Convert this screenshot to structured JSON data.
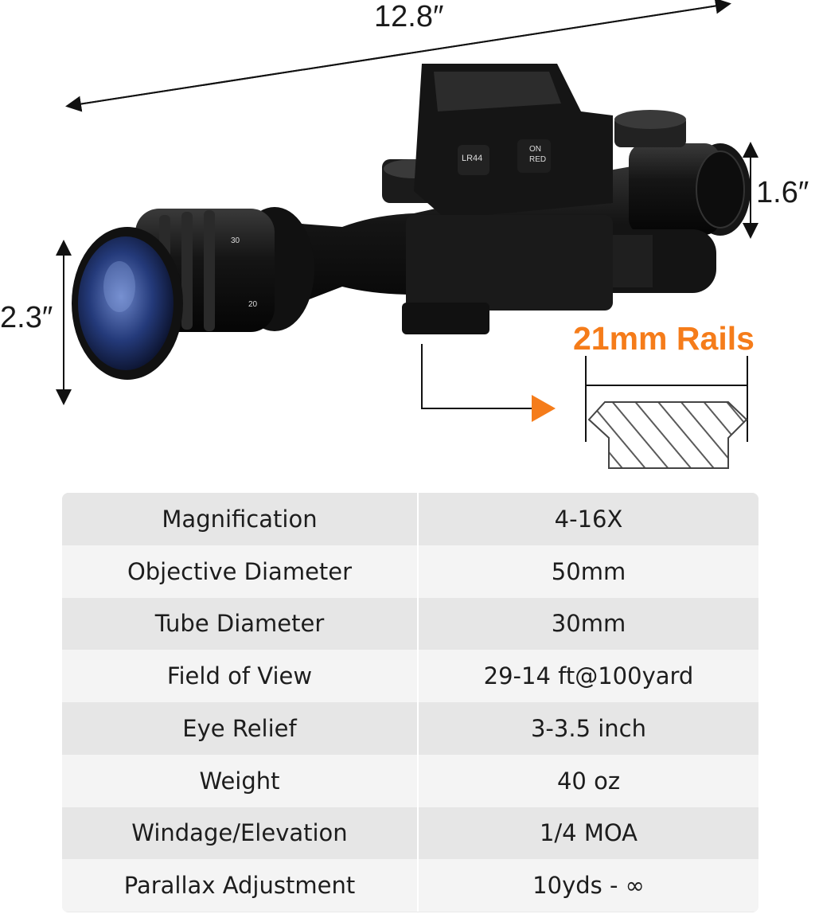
{
  "dimensions": {
    "length": "12.8″",
    "eyepiece_height": "1.6″",
    "objective_height": "2.3″"
  },
  "rails_callout": {
    "label": "21mm Rails",
    "color": "#f57c1a"
  },
  "scope_markings": {
    "battery": "LR44",
    "switch_on": "ON",
    "reticle_color": "RED",
    "zoom_30": "30",
    "zoom_20": "20"
  },
  "specs": [
    {
      "name": "Magnification",
      "value": "4-16X"
    },
    {
      "name": "Objective Diameter",
      "value": "50mm"
    },
    {
      "name": "Tube Diameter",
      "value": "30mm"
    },
    {
      "name": "Field of View",
      "value": "29-14 ft@100yard"
    },
    {
      "name": "Eye Relief",
      "value": "3-3.5 inch"
    },
    {
      "name": "Weight",
      "value": "40 oz"
    },
    {
      "name": "Windage/Elevation",
      "value": "1/4 MOA"
    },
    {
      "name": "Parallax Adjustment",
      "value": "10yds - ∞"
    }
  ]
}
